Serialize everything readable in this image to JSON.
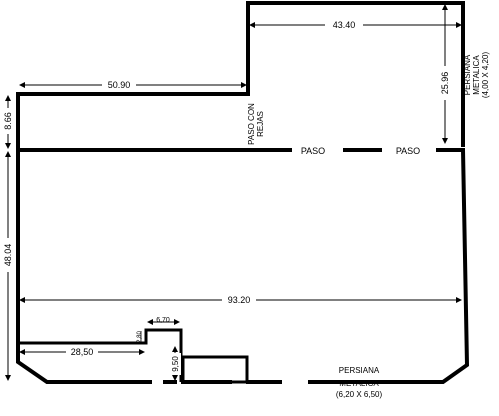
{
  "colors": {
    "line": "#000000",
    "background": "#ffffff"
  },
  "dimensions": {
    "top_width": "43.40",
    "upper_left_width": "50.90",
    "right_height": "25.96",
    "left_upper_height": "8.66",
    "left_lower_height": "48.04",
    "full_width": "93.20",
    "bottom_left_width": "28,50",
    "notch_width": "6,70",
    "notch_height": "2,80",
    "bottom_box_height": "9,50"
  },
  "labels": {
    "paso_con_rejas": [
      "PASO CON",
      "REJAS"
    ],
    "paso_1": "PASO",
    "paso_2": "PASO",
    "persiana_right": [
      "PERSIANA",
      "METALICA",
      "(4,00 X 4,20)"
    ],
    "persiana_bottom": [
      "PERSIANA",
      "METALICA",
      "(6,20 X 6,50)"
    ]
  }
}
